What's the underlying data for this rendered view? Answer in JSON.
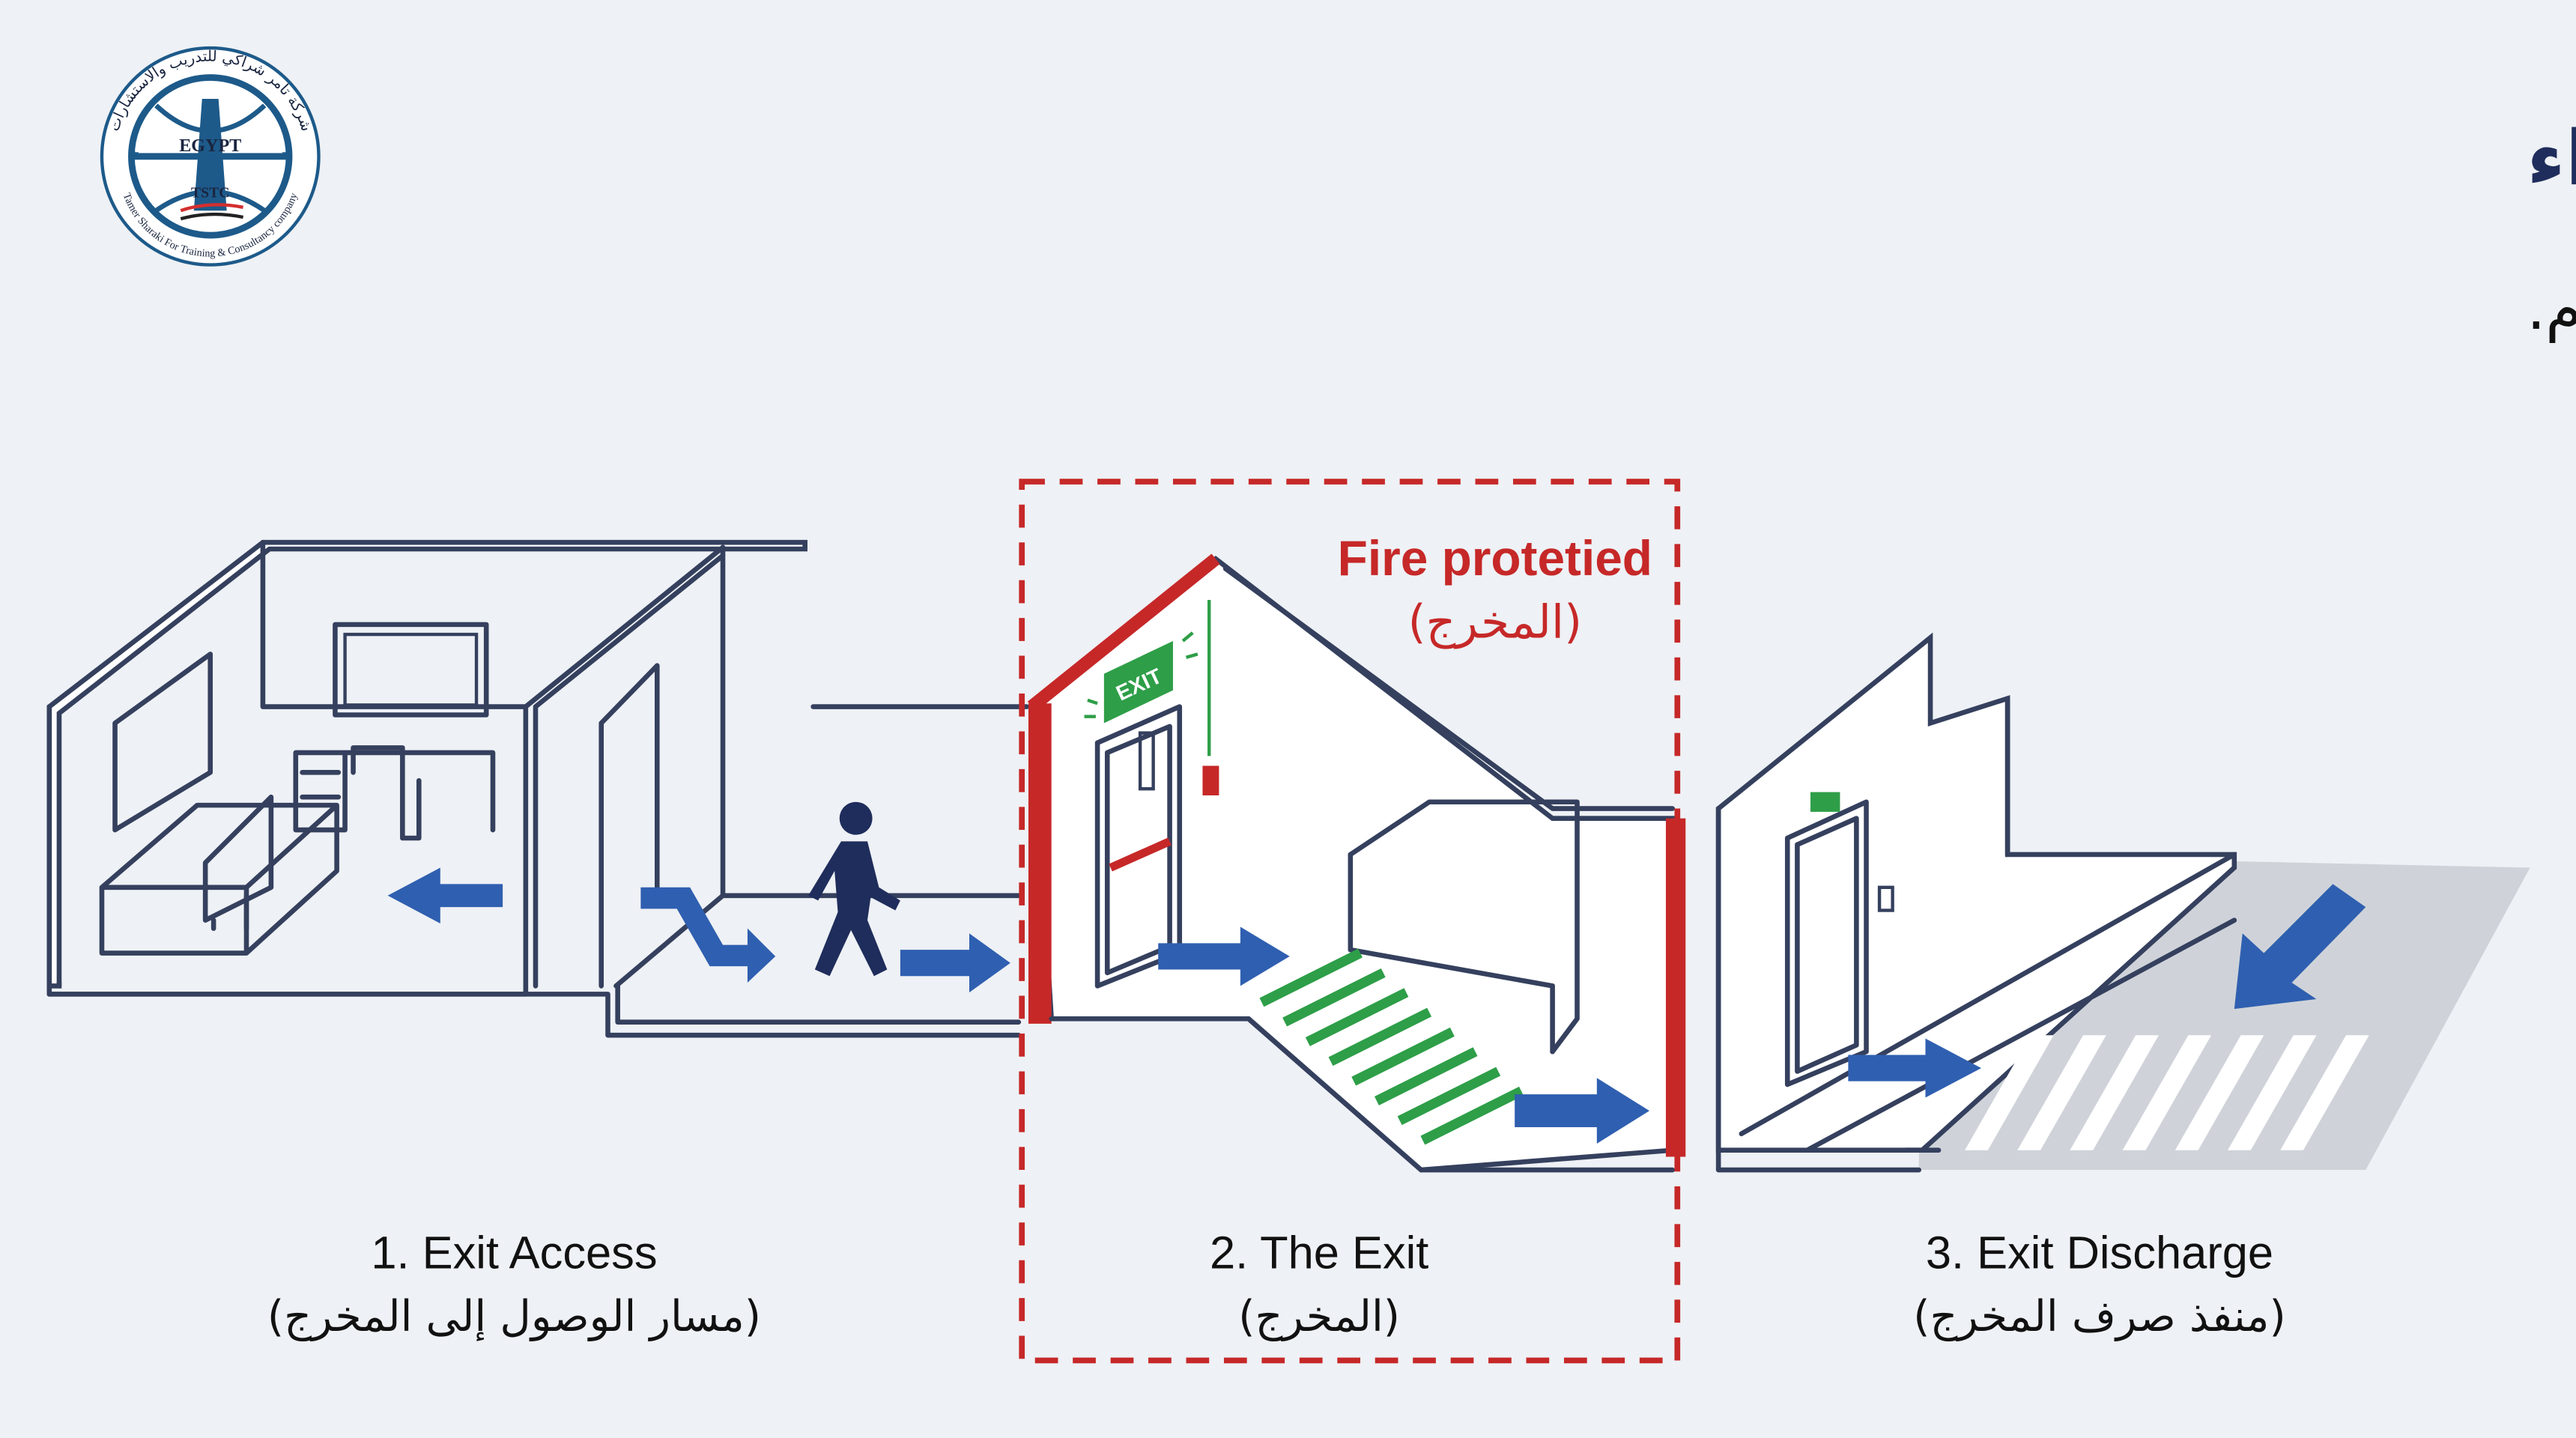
{
  "header": {
    "title": "تعريف مسلك الهروب: نظام من ثلاثة أجزاء",
    "subtitle": "طريق مستمر وغير عائق للخروج من أي نقطة داخل المبنى إلى الطريق العام."
  },
  "logo": {
    "arabic_name": "شركة تامر شراكي للتدريب والاستشارات",
    "english_name": "Tamer Sharaki For Training & Consultancy company",
    "country": "EGYPT",
    "abbr": "TSTC"
  },
  "exit_zone": {
    "label_en": "Fire protetied",
    "label_ar": "(المخرج)",
    "exit_sign": "EXIT"
  },
  "sections": [
    {
      "title": "1. Exit Access",
      "subtitle": "(مسار الوصول إلى المخرج)"
    },
    {
      "title": "2. The Exit",
      "subtitle": "(المخرج)"
    },
    {
      "title": "3. Exit Discharge",
      "subtitle": "(منفذ صرف المخرج)"
    }
  ],
  "colors": {
    "navy": "#1f2d5c",
    "red": "#c62828",
    "arrow": "#2f5fb0",
    "stair_green": "#2e9e48"
  }
}
